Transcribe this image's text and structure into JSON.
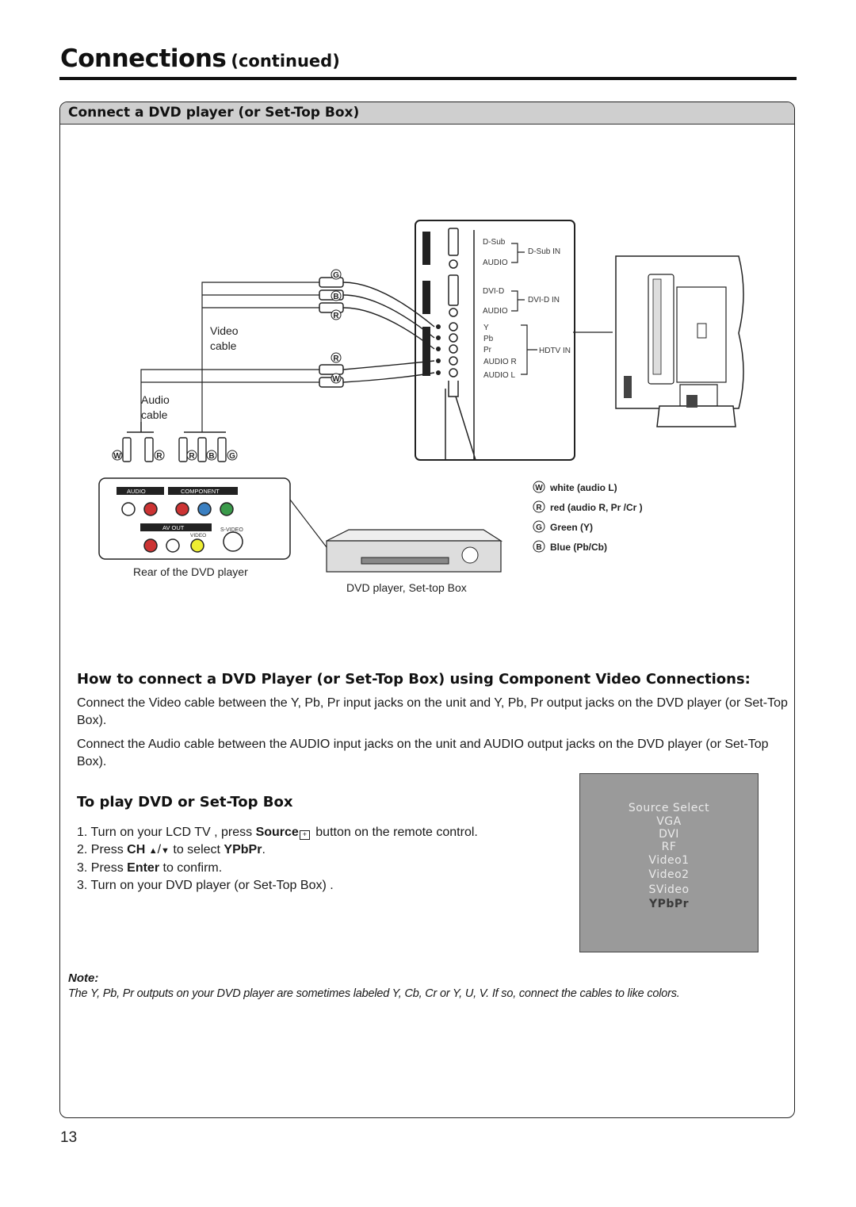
{
  "header": {
    "title": "Connections",
    "subtitle": "(continued)"
  },
  "section": {
    "title": "Connect a DVD player (or Set-Top Box)"
  },
  "diagram": {
    "video_cable": [
      "Video",
      "cable"
    ],
    "audio_cable": [
      "Audio",
      "cable"
    ],
    "rear_dvd_label": "Rear of the DVD player",
    "dvd_label": "DVD player, Set-top Box",
    "panel_labels": {
      "dsub": "D-Sub",
      "dsub_in": "D-Sub IN",
      "audio1": "AUDIO",
      "dvid": "DVI-D",
      "dvid_in": "DVI-D IN",
      "audio2": "AUDIO",
      "y": "Y",
      "pb": "Pb",
      "pr": "Pr",
      "hdtv_in": "HDTV IN",
      "audio_r": "AUDIO R",
      "audio_l": "AUDIO L"
    },
    "dvd_panel": {
      "audio": "AUDIO",
      "component": "COMPONENT",
      "av_out": "AV OUT",
      "s_video": "S-VIDEO",
      "video": "VIDEO"
    },
    "legend": [
      {
        "letter": "W",
        "text": "white (audio L)"
      },
      {
        "letter": "R",
        "text": "red (audio R, Pr /Cr )"
      },
      {
        "letter": "G",
        "text": "Green (Y)"
      },
      {
        "letter": "B",
        "text": "Blue (Pb/Cb)"
      }
    ],
    "plug_letters": [
      "W",
      "R",
      "R",
      "B",
      "G"
    ]
  },
  "howto": {
    "title": "How to connect a DVD Player (or Set-Top Box) using Component Video Connections:",
    "para1": "Connect the Video cable between the Y, Pb, Pr input jacks on the unit and Y, Pb, Pr output jacks on the DVD player (or Set-Top Box).",
    "para2": "Connect the Audio cable between  the AUDIO  input jacks on the unit and AUDIO output jacks on the DVD player (or Set-Top Box)."
  },
  "play": {
    "title": "To play DVD or Set-Top Box",
    "step1_pre": "1. Turn on your LCD TV , press ",
    "step1_bold": "Source",
    "step1_post": " button on the remote control.",
    "step2_pre": "2. Press ",
    "step2_bold": "CH",
    "step2_mid": " to select ",
    "step2_bold2": "YPbPr",
    "step2_post": ".",
    "step3_pre": "3. Press ",
    "step3_bold": "Enter",
    "step3_post": " to confirm.",
    "step4": "3. Turn on your DVD player (or Set-Top Box) ."
  },
  "osd": {
    "title": "Source Select",
    "items": [
      "VGA",
      "DVI",
      "RF",
      "Video1",
      "Video2",
      "SVideo",
      "YPbPr"
    ]
  },
  "note": {
    "label": "Note:",
    "text": "The Y, Pb, Pr outputs on your DVD player are sometimes labeled Y, Cb, Cr or Y, U, V.  If so, connect the cables to like colors."
  },
  "page_number": "13"
}
